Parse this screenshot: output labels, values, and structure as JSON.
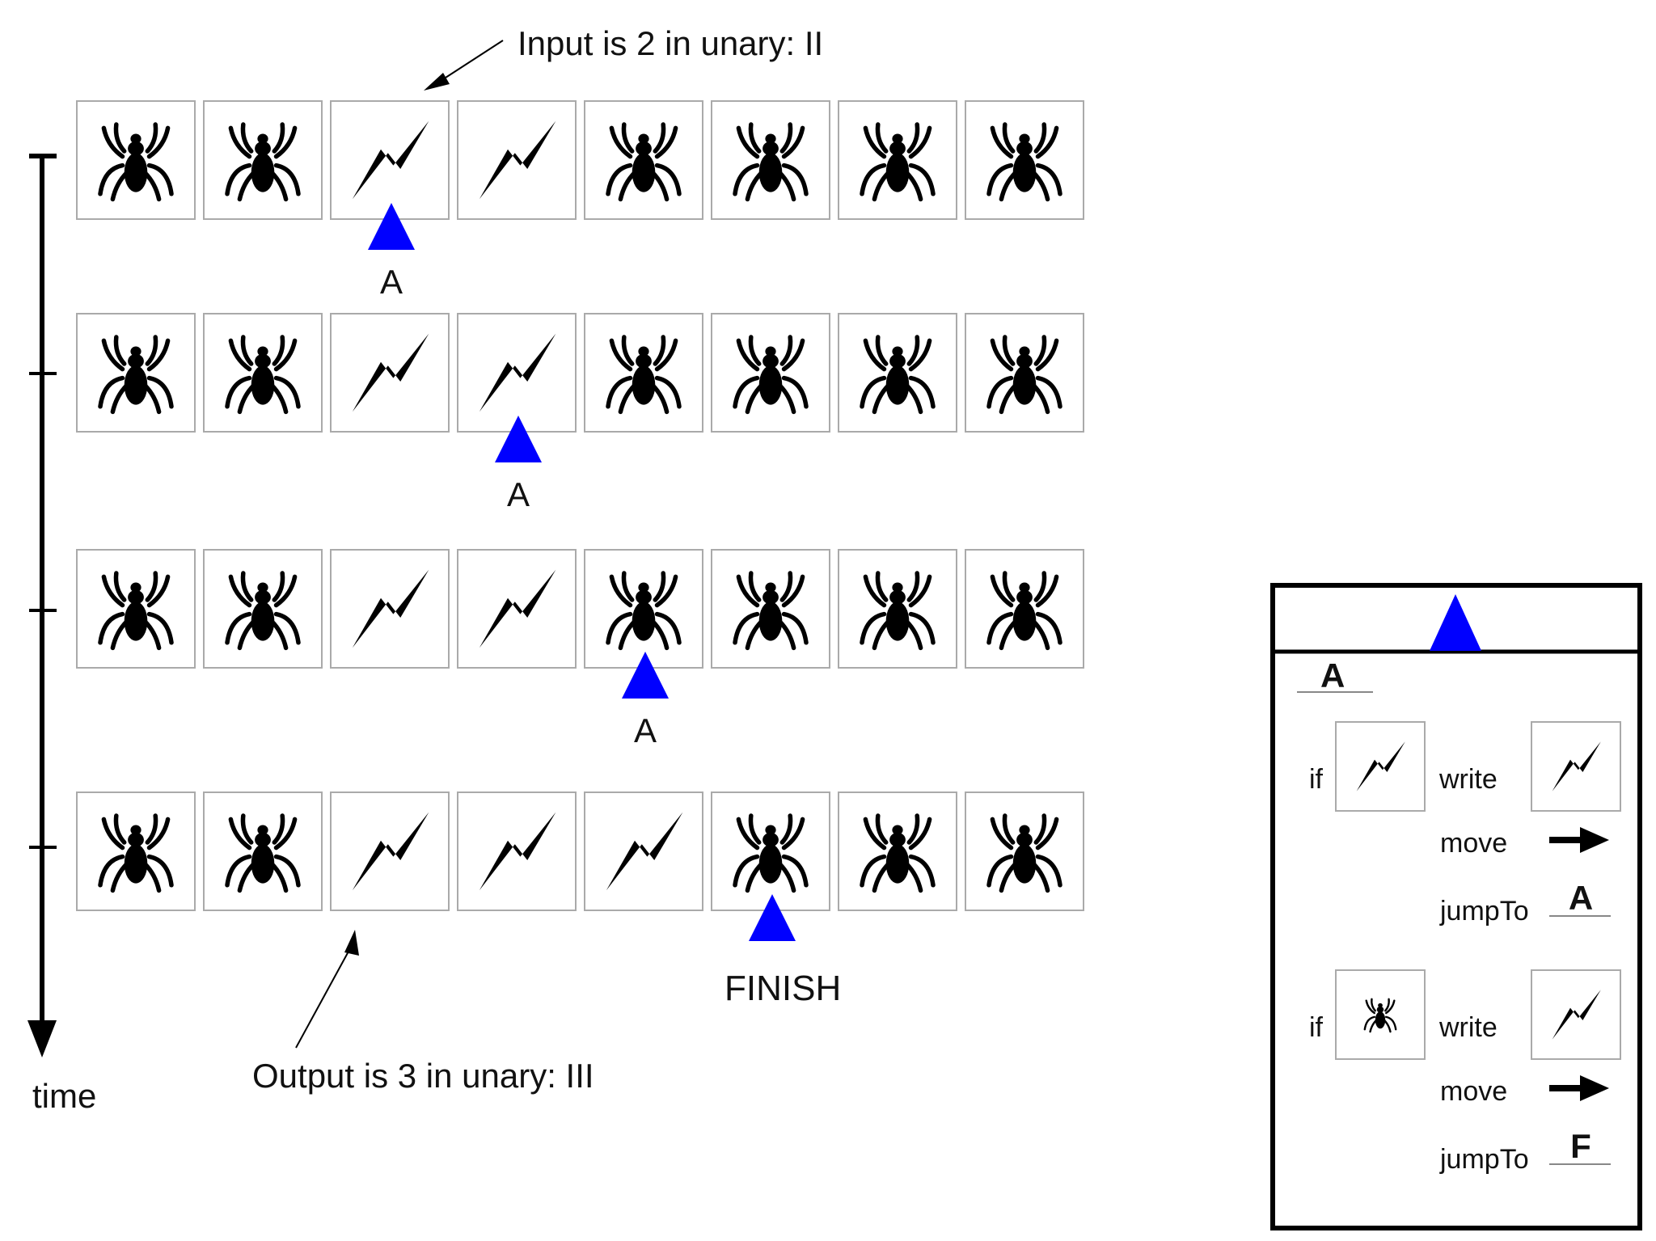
{
  "annotations": {
    "input": "Input is 2 in unary: II",
    "output": "Output is 3 in unary: III",
    "time": "time",
    "finish": "FINISH"
  },
  "symbols": {
    "blank": "spider-icon",
    "mark": "lightning-icon"
  },
  "head_color": "#0000ff",
  "tape_rows": [
    {
      "cells": [
        "spider",
        "spider",
        "bolt",
        "bolt",
        "spider",
        "spider",
        "spider",
        "spider"
      ],
      "head_cell": 2,
      "state": "A"
    },
    {
      "cells": [
        "spider",
        "spider",
        "bolt",
        "bolt",
        "spider",
        "spider",
        "spider",
        "spider"
      ],
      "head_cell": 3,
      "state": "A"
    },
    {
      "cells": [
        "spider",
        "spider",
        "bolt",
        "bolt",
        "spider",
        "spider",
        "spider",
        "spider"
      ],
      "head_cell": 4,
      "state": "A"
    },
    {
      "cells": [
        "spider",
        "spider",
        "bolt",
        "bolt",
        "bolt",
        "spider",
        "spider",
        "spider"
      ],
      "head_cell": 5,
      "state": ""
    }
  ],
  "rules_card": {
    "state": "A",
    "rules": [
      {
        "if_label": "if",
        "if_symbol": "bolt",
        "write_label": "write",
        "write_symbol": "bolt",
        "move_label": "move",
        "move_dir": "right",
        "jump_label": "jumpTo",
        "jump_state": "A"
      },
      {
        "if_label": "if",
        "if_symbol": "spider",
        "write_label": "write",
        "write_symbol": "bolt",
        "move_label": "move",
        "move_dir": "right",
        "jump_label": "jumpTo",
        "jump_state": "F"
      }
    ]
  }
}
